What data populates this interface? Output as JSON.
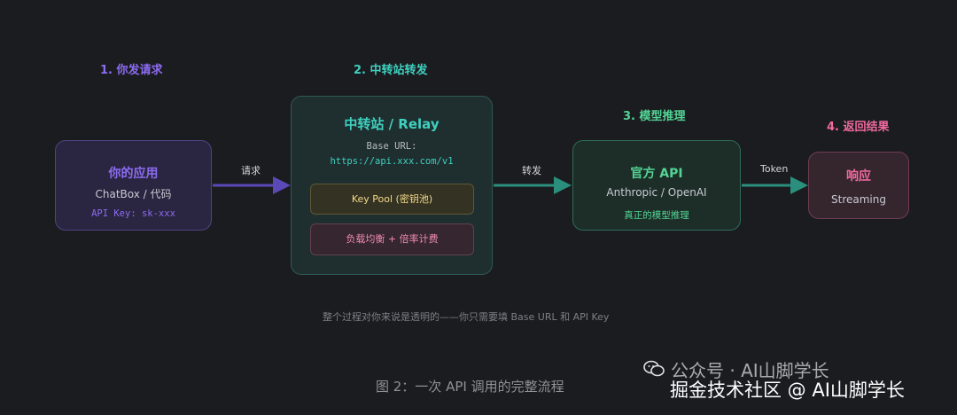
{
  "steps": {
    "s1": "1. 你发请求",
    "s2": "2. 中转站转发",
    "s3": "3. 模型推理",
    "s4": "4. 返回结果"
  },
  "client": {
    "title": "你的应用",
    "subtitle": "ChatBox / 代码",
    "key": "API Key: sk-xxx"
  },
  "relay": {
    "title": "中转站 / Relay",
    "base_url_label": "Base URL:",
    "base_url": "https://api.xxx.com/v1",
    "key_pool": "Key Pool (密钥池)",
    "load_balance": "负载均衡 + 倍率计费"
  },
  "api": {
    "title": "官方 API",
    "subtitle": "Anthropic / OpenAI",
    "note": "真正的模型推理"
  },
  "response": {
    "title": "响应",
    "subtitle": "Streaming"
  },
  "edges": {
    "request": "请求",
    "forward": "转发",
    "token": "Token"
  },
  "footnote": "整个过程对你来说是透明的——你只需要填 Base URL 和 API Key",
  "caption": "图 2：一次 API 调用的完整流程",
  "watermark": {
    "wechat": "公众号 · AI山脚学长",
    "site": "掘金技术社区 @ AI山脚学长"
  },
  "colors": {
    "background": "#1b1c20",
    "purple": "#8c6cf0",
    "teal": "#3fd0bf",
    "green": "#53d495",
    "pink": "#f06a9f",
    "yellow": "#f3d989",
    "arrow_purple": "#5b49b8",
    "arrow_teal": "#2a8f7c"
  }
}
